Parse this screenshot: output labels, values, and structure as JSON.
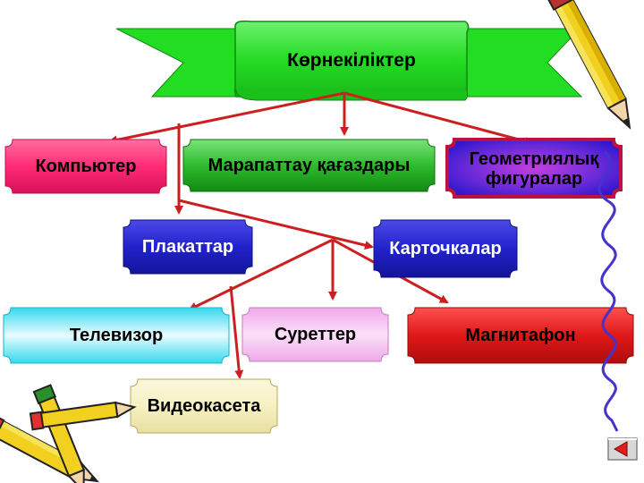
{
  "title": "Көрнекіліктер",
  "nodes": {
    "computer": "Компьютер",
    "awards": "Марапаттау қағаздары",
    "geometric_line1": "Геометриялық",
    "geometric_line2": "фигуралар",
    "posters": "Плакаттар",
    "cards": "Карточкалар",
    "tv": "Телевизор",
    "pictures": "Суреттер",
    "tape": "Магнитафон",
    "videotape": "Видеокасета"
  },
  "icons": {
    "pencil_top": "pencil-icon",
    "pencils_bottom": "pencils-icon",
    "nav": "back-arrow-icon"
  },
  "colors": {
    "banner": "#22dd22",
    "arrow": "#cc2020",
    "computer": "#ff2f7a",
    "awards": "#2db82d",
    "geometric": "#1a1ad0",
    "posters": "#2222cc",
    "cards": "#2222cc",
    "tv": "#33ddee",
    "pictures": "#f6c3f0",
    "tape": "#e01818",
    "videotape": "#f6f2c8",
    "squiggle": "#4433cc"
  }
}
